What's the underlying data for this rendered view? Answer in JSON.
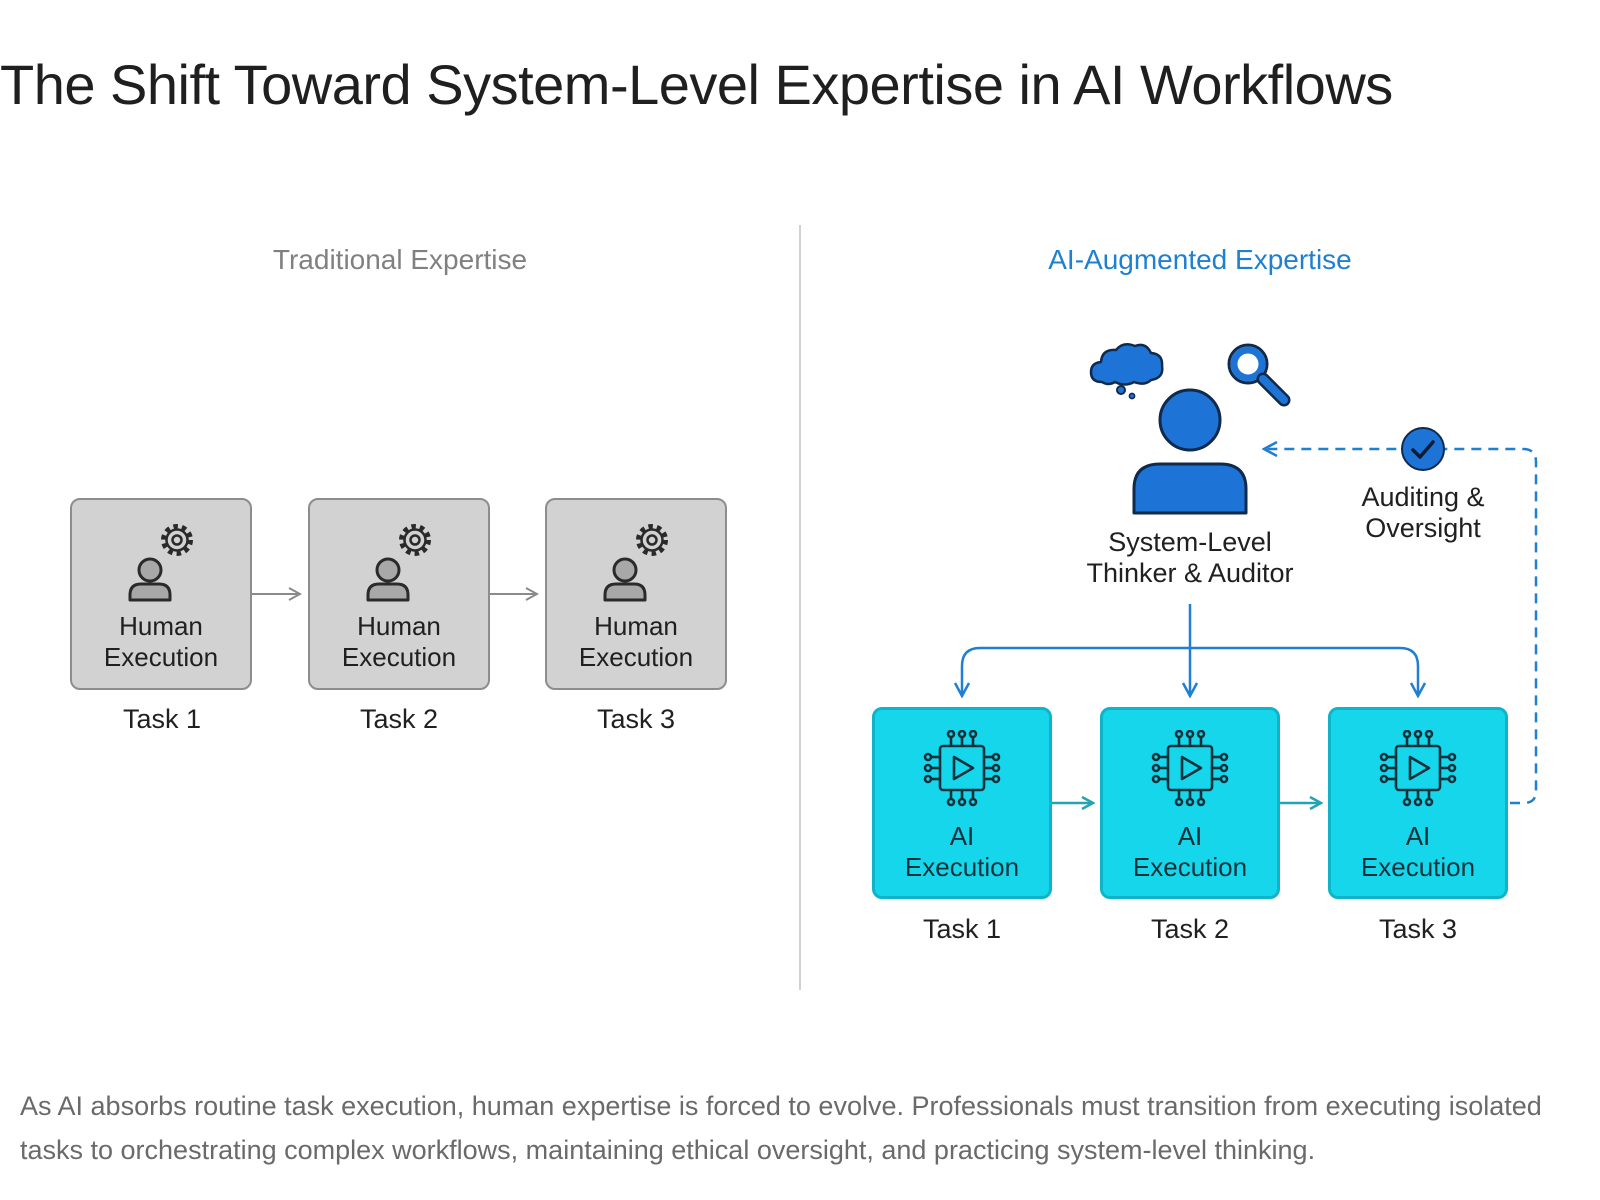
{
  "title": "The Shift Toward System-Level Expertise in AI Workflows",
  "traditional": {
    "heading": "Traditional Expertise",
    "box_label_line1": "Human",
    "box_label_line2": "Execution",
    "box_icon": "person-gear-icon",
    "tasks": [
      "Task 1",
      "Task 2",
      "Task 3"
    ]
  },
  "augmented": {
    "heading": "AI-Augmented Expertise",
    "thinker_line1": "System-Level",
    "thinker_line2": "Thinker & Auditor",
    "thinker_icons": [
      "thought-cloud-icon",
      "magnifier-icon",
      "person-icon"
    ],
    "auditing_line1": "Auditing &",
    "auditing_line2": "Oversight",
    "auditing_icon": "checkmark-icon",
    "box_label_line1": "AI",
    "box_label_line2": "Execution",
    "box_icon": "ai-chip-play-icon",
    "tasks": [
      "Task 1",
      "Task 2",
      "Task 3"
    ]
  },
  "colors": {
    "accent_blue": "#1f7fd0",
    "person_blue": "#1e74d6",
    "ai_box_fill": "#16d6ec",
    "human_box_fill": "#d2d2d2",
    "arrow_teal": "#24a3b3"
  },
  "caption": "As AI absorbs routine task execution, human expertise is forced to evolve. Professionals must transition from executing isolated tasks to orchestrating complex workflows, maintaining ethical oversight, and practicing system-level thinking."
}
